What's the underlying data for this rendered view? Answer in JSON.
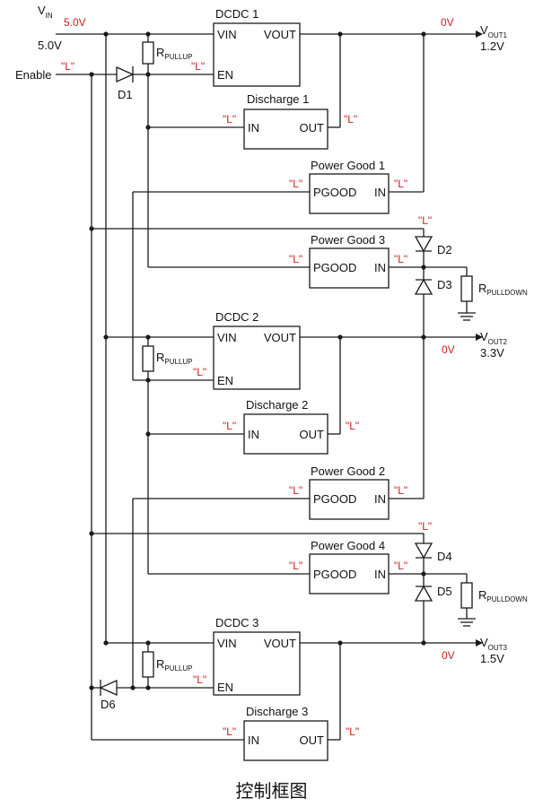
{
  "caption": "控制框图",
  "inputs": {
    "vin_main": "V",
    "vin_sub": "IN",
    "vin_voltage": "5.0V",
    "vin_rail_voltage": "5.0V",
    "enable_label": "Enable",
    "enable_state": "\"L\""
  },
  "outputs": [
    {
      "main": "V",
      "sub": "OUT1",
      "voltage": "1.2V",
      "state": "0V"
    },
    {
      "main": "V",
      "sub": "OUT2",
      "voltage": "3.3V",
      "state": "0V"
    },
    {
      "main": "V",
      "sub": "OUT3",
      "voltage": "1.5V",
      "state": "0V"
    }
  ],
  "dcdc": [
    {
      "title": "DCDC 1",
      "vin": "VIN",
      "vout": "VOUT",
      "en": "EN",
      "en_state": "\"L\""
    },
    {
      "title": "DCDC 2",
      "vin": "VIN",
      "vout": "VOUT",
      "en": "EN",
      "en_state": "\"L\""
    },
    {
      "title": "DCDC 3",
      "vin": "VIN",
      "vout": "VOUT",
      "en": "EN",
      "en_state": "\"L\""
    }
  ],
  "discharge": [
    {
      "title": "Discharge 1",
      "in": "IN",
      "out": "OUT",
      "in_state": "\"L\"",
      "out_state": "\"L\""
    },
    {
      "title": "Discharge 2",
      "in": "IN",
      "out": "OUT",
      "in_state": "\"L\"",
      "out_state": "\"L\""
    },
    {
      "title": "Discharge 3",
      "in": "IN",
      "out": "OUT",
      "in_state": "\"L\"",
      "out_state": "\"L\""
    }
  ],
  "power_good": [
    {
      "title": "Power Good 1",
      "pgood": "PGOOD",
      "in": "IN",
      "pgood_state": "\"L\"",
      "in_state": "\"L\""
    },
    {
      "title": "Power Good 3",
      "pgood": "PGOOD",
      "in": "IN",
      "pgood_state": "\"L\"",
      "in_state": "\"L\""
    },
    {
      "title": "Power Good 2",
      "pgood": "PGOOD",
      "in": "IN",
      "pgood_state": "\"L\"",
      "in_state": "\"L\""
    },
    {
      "title": "Power Good 4",
      "pgood": "PGOOD",
      "in": "IN",
      "pgood_state": "\"L\"",
      "in_state": "\"L\""
    }
  ],
  "diodes": [
    "D1",
    "D2",
    "D3",
    "D4",
    "D5",
    "D6"
  ],
  "diode_states": [
    "\"L\"",
    "\"L\""
  ],
  "resistors": {
    "pullup_main": "R",
    "pullup_sub": "PULLUP",
    "pulldown_main": "R",
    "pulldown_sub": "PULLDOWN"
  }
}
